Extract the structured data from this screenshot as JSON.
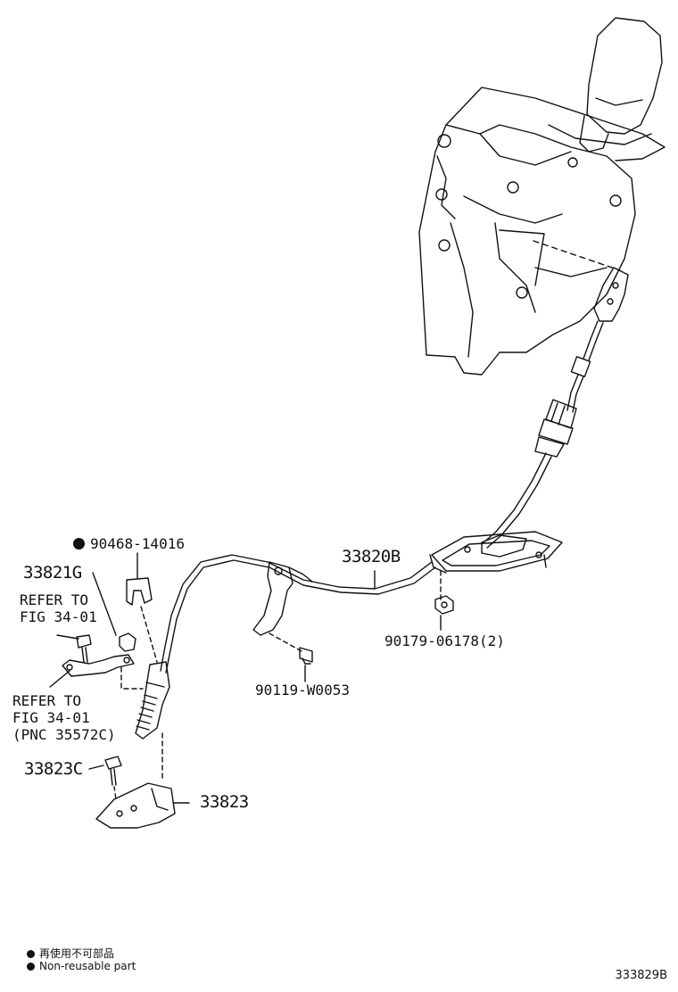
{
  "callouts": {
    "part_90468": "90468-14016",
    "part_33821g": "33821G",
    "part_33820b": "33820B",
    "part_90179": "90179-06178(2)",
    "part_90119": "90119-W0053",
    "part_33823c": "33823C",
    "part_33823": "33823"
  },
  "references": {
    "refer_a_line1": "REFER TO",
    "refer_a_line2": "FIG 34-01",
    "refer_b_line1": "REFER TO",
    "refer_b_line2": "FIG 34-01",
    "refer_b_line3": "(PNC 35572C)"
  },
  "legend": {
    "line_jp": "再使用不可部品",
    "line_en": "Non-reusable part"
  },
  "figure_code": "333829B",
  "colors": {
    "ink": "#111111",
    "paper": "#ffffff"
  }
}
